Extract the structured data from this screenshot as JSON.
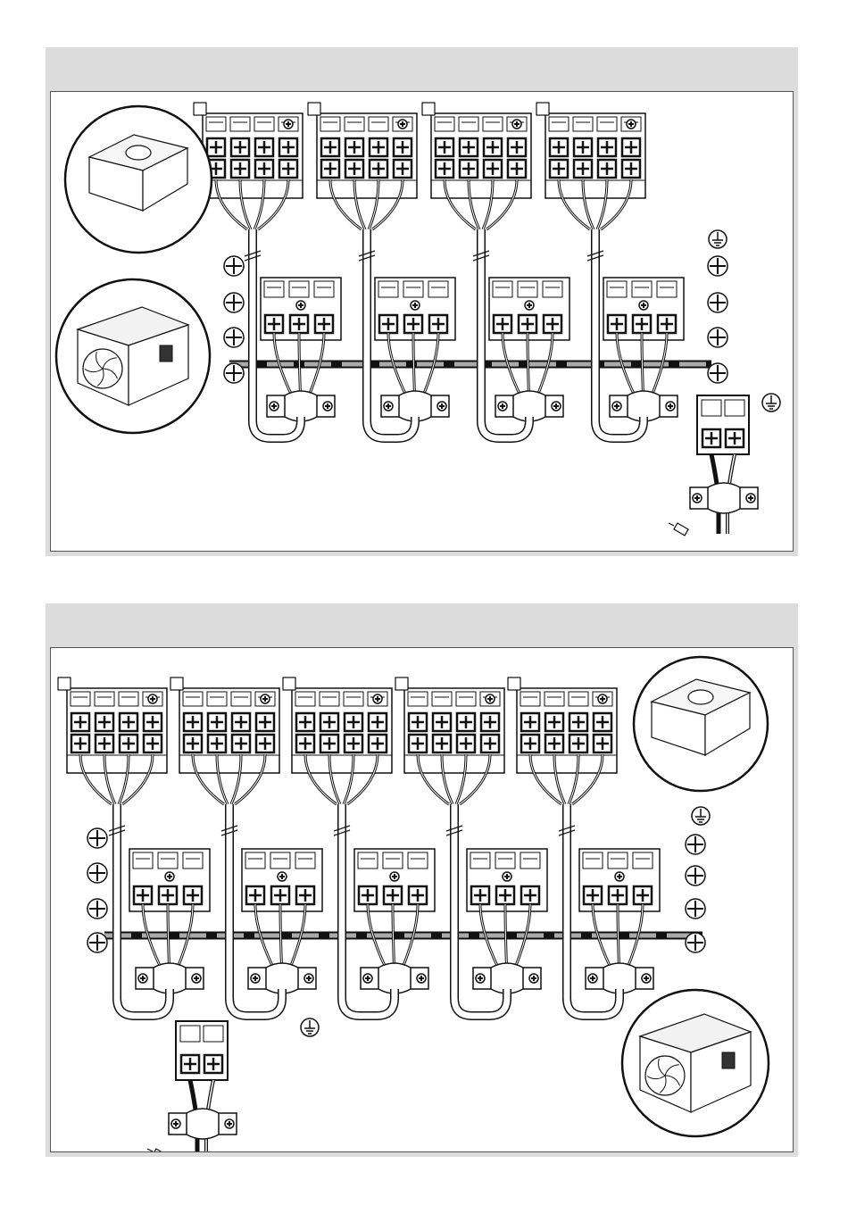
{
  "page": {
    "background": "#ffffff",
    "panel_color": "#dcdcdc",
    "line_color": "#111111"
  },
  "panels": [
    {
      "id": "top",
      "indoor_units": 4,
      "callouts": [
        "indoor-unit-cassette",
        "outdoor-unit"
      ],
      "symbols": [
        "ground-icon",
        "plug-icon"
      ]
    },
    {
      "id": "bottom",
      "indoor_units": 5,
      "callouts": [
        "indoor-unit-cassette",
        "outdoor-unit"
      ],
      "symbols": [
        "ground-icon",
        "plug-icon"
      ]
    }
  ]
}
